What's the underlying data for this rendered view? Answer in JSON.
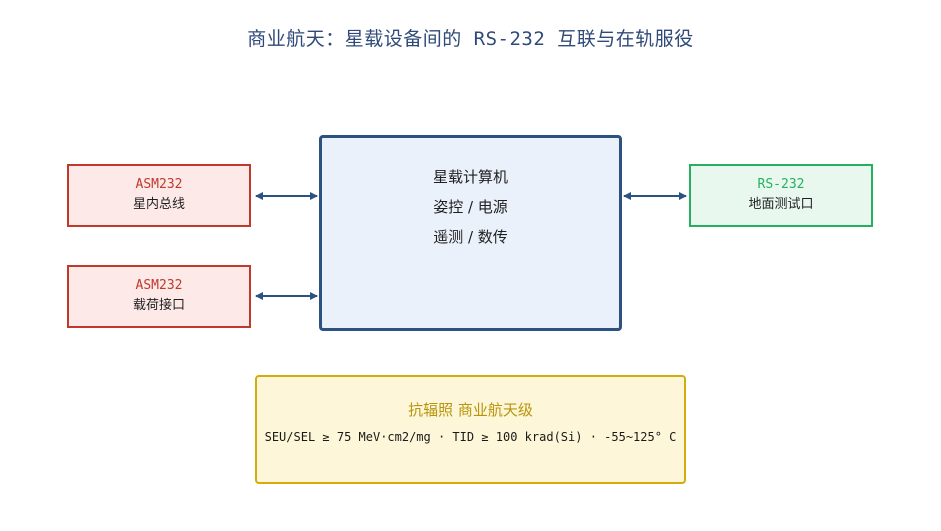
{
  "title": "商业航天：星载设备间的 RS-232 互联与在轨服役",
  "left_modules": [
    {
      "protocol": "ASM232",
      "label": "星内总线"
    },
    {
      "protocol": "ASM232",
      "label": "载荷接口"
    }
  ],
  "center_module": {
    "name": "星载计算机",
    "line2": "姿控 / 电源",
    "line3": "遥测 / 数传"
  },
  "right_module": {
    "protocol": "RS-232",
    "label": "地面测试口"
  },
  "radiation": {
    "title": "抗辐照 商业航天级",
    "spec": "SEU/SEL ≥ 75 MeV·cm2/mg · TID ≥ 100 krad(Si) · -55~125° C"
  },
  "colors": {
    "title": "#2f4a78",
    "asm_accent": "#c0392b",
    "rs232_accent": "#27ae60",
    "center_border": "#2c5282",
    "radiation_accent": "#d4ac0d",
    "arrow": "#2c5282"
  }
}
